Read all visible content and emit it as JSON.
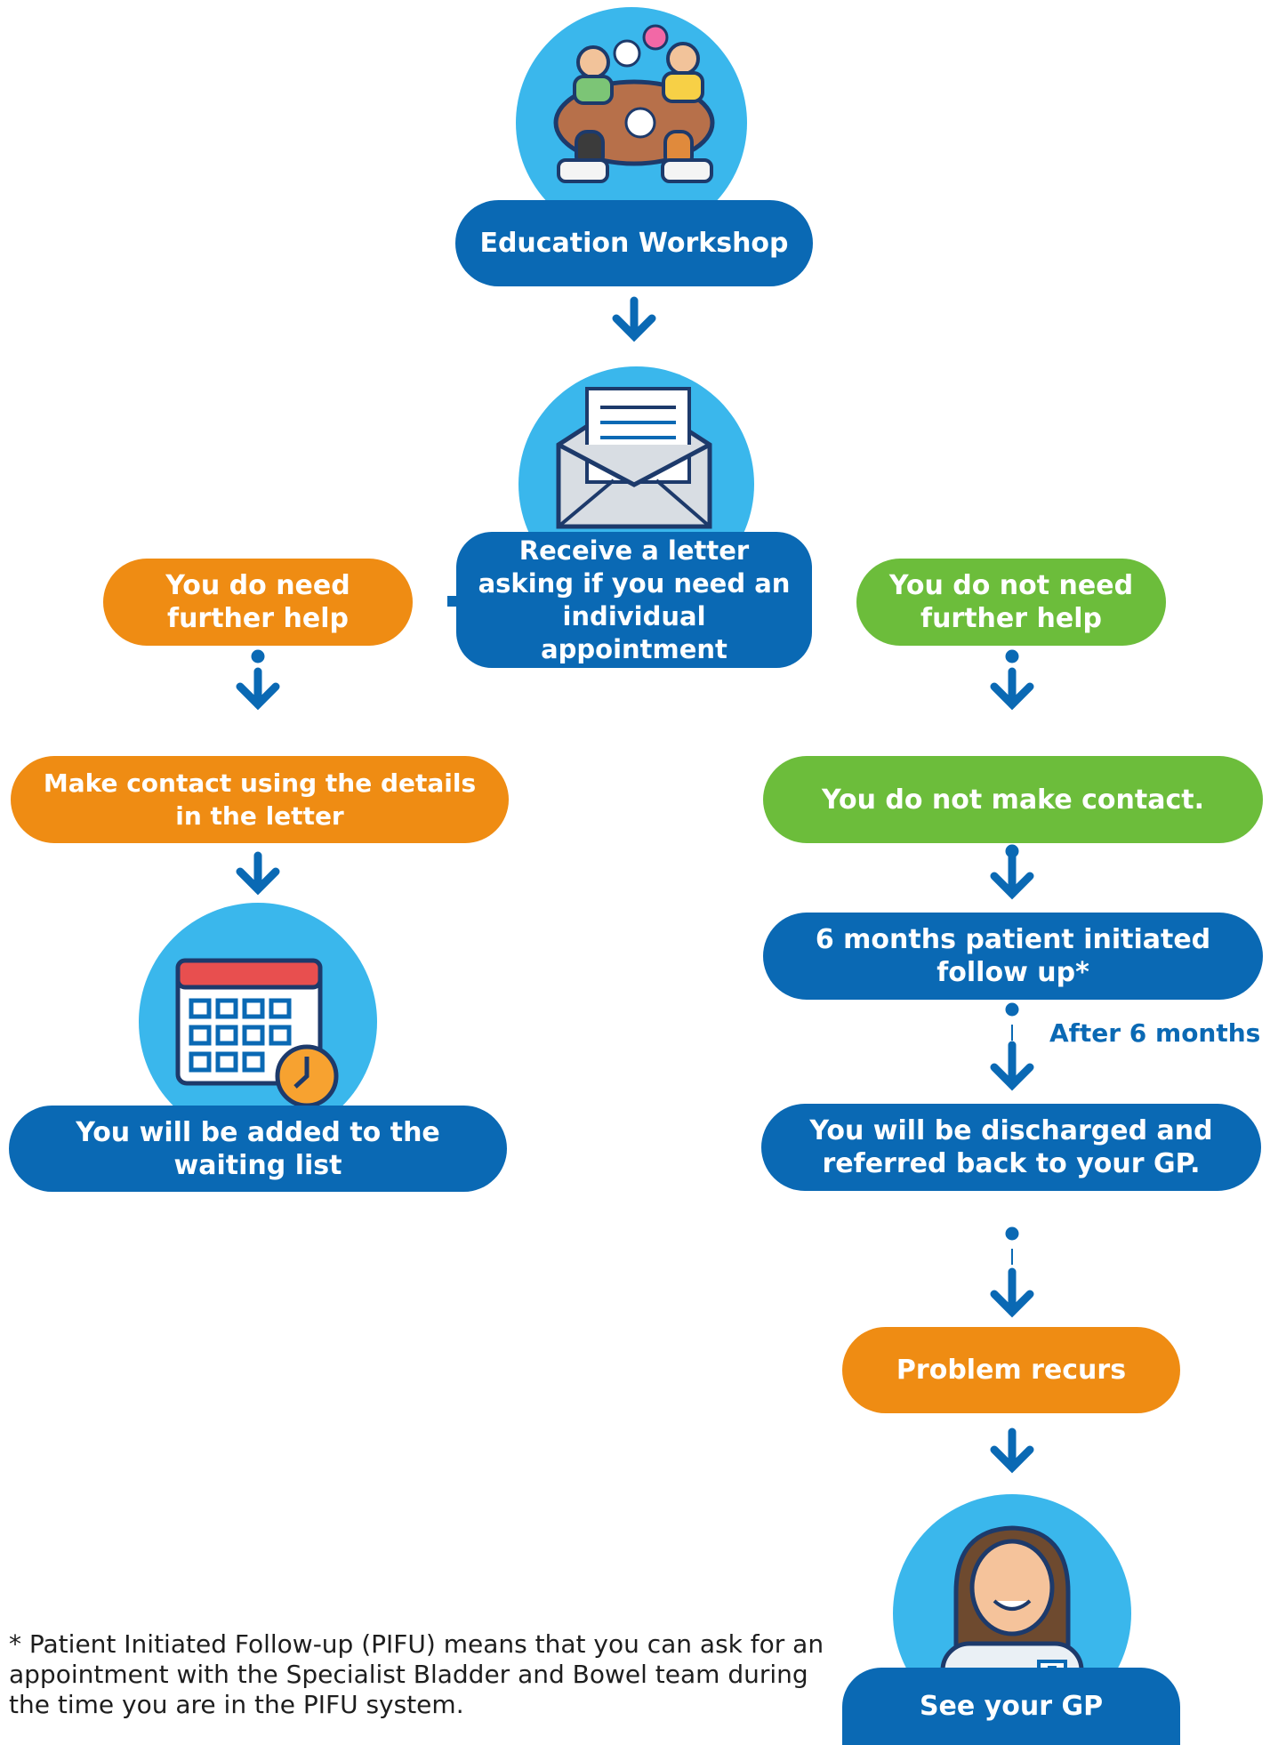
{
  "nodes": {
    "education_workshop": "Education Workshop",
    "receive_letter": "Receive a letter asking if you need an individual appointment",
    "do_need_help": "You do need further help",
    "do_not_need_help": "You do not need further help",
    "make_contact": "Make contact using the details in the letter",
    "do_not_make_contact": "You do not make contact.",
    "added_waiting_list": "You will be added to the waiting list",
    "pifu_6_months": "6 months patient initiated follow up*",
    "after_6_months": "After 6 months",
    "discharged": "You will be discharged and referred back to your GP.",
    "problem_recurs": "Problem recurs",
    "see_gp": "See your GP"
  },
  "footnote": "* Patient Initiated Follow-up (PIFU) means that you can ask for an appointment with the Specialist Bladder and Bowel team during the time you are in the PIFU system.",
  "icons": [
    "meeting-icon",
    "envelope-letter-icon",
    "calendar-clock-icon",
    "doctor-icon"
  ],
  "colors": {
    "blue": "#0a69b4",
    "orange": "#ef8c13",
    "green": "#6cbd3b",
    "circle": "#3ab7ec"
  }
}
